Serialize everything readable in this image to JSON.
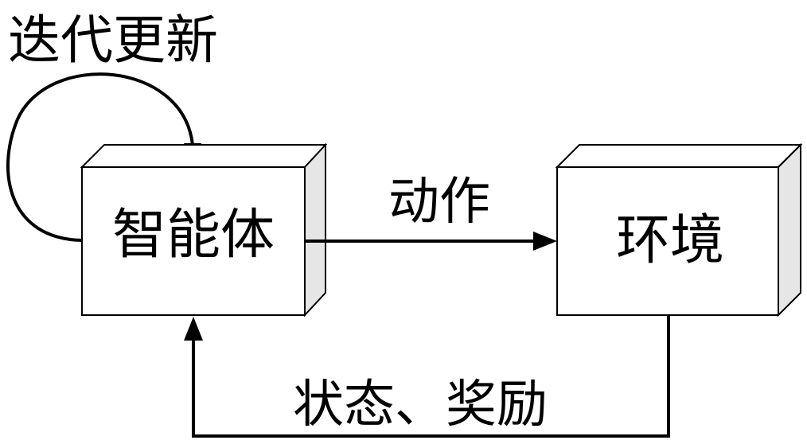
{
  "diagram": {
    "loop_label": "迭代更新",
    "agent_label": "智能体",
    "environment_label": "环境",
    "action_label": "动作",
    "feedback_label": "状态、奖励"
  },
  "colors": {
    "stroke": "#000000",
    "box_front": "#ffffff",
    "box_top": "#ffffff",
    "box_side": "#e6e6e6"
  }
}
